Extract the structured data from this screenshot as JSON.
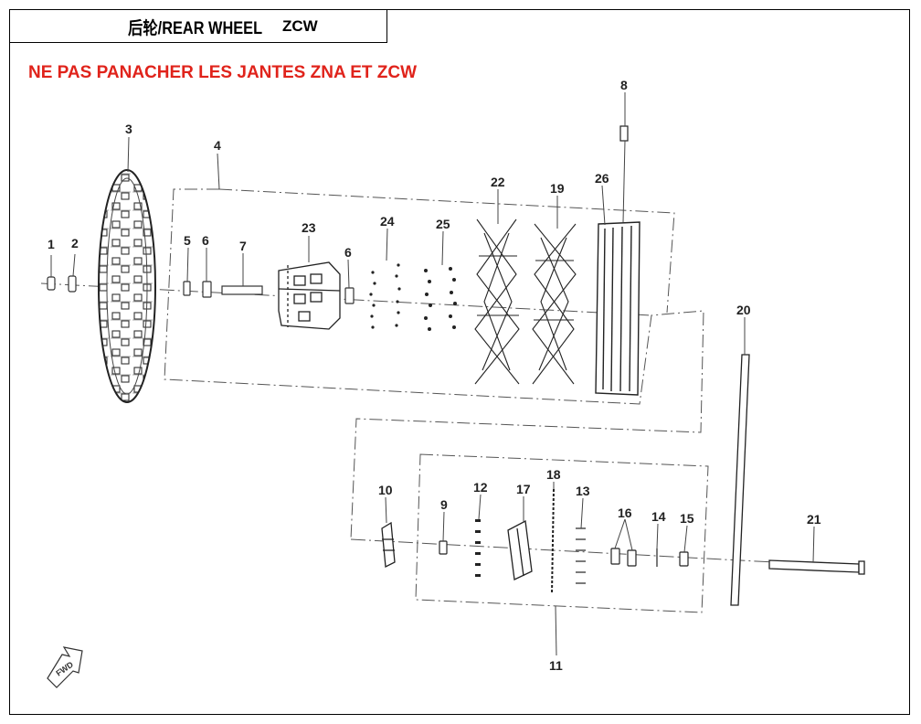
{
  "header": {
    "title": "后轮/REAR WHEEL",
    "model_code": "ZCW"
  },
  "warning": {
    "text": "NE PAS PANACHER LES JANTES ZNA ET ZCW",
    "color": "#e0231b"
  },
  "callouts": {
    "c1": "1",
    "c2": "2",
    "c3": "3",
    "c4": "4",
    "c5": "5",
    "c6a": "6",
    "c6b": "6",
    "c7": "7",
    "c8": "8",
    "c9": "9",
    "c10": "10",
    "c11": "11",
    "c12": "12",
    "c13": "13",
    "c14": "14",
    "c15": "15",
    "c16": "16",
    "c17": "17",
    "c18": "18",
    "c19": "19",
    "c20": "20",
    "c21": "21",
    "c22": "22",
    "c23": "23",
    "c24": "24",
    "c25": "25",
    "c26": "26"
  },
  "fwd_marker": {
    "label": "FWD"
  }
}
